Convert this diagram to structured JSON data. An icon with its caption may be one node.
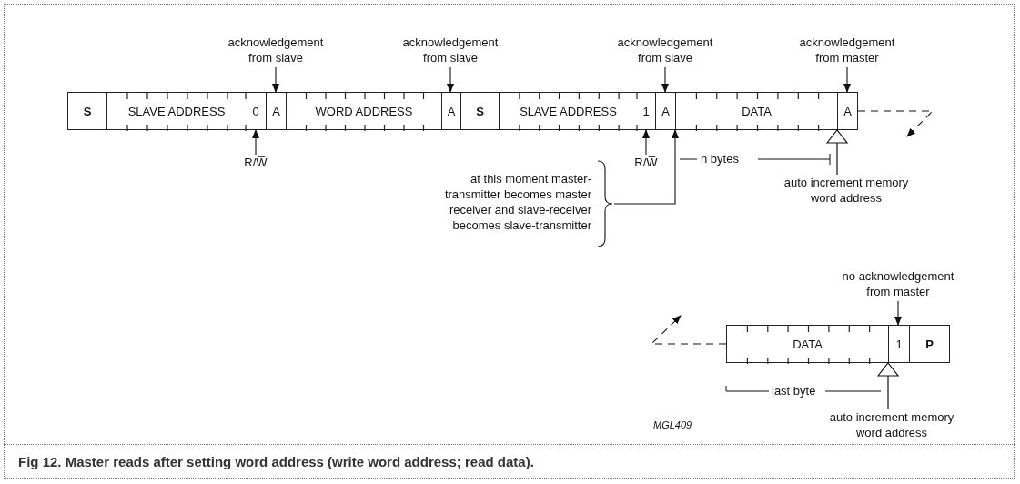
{
  "diagram": {
    "caption": "Fig 12. Master reads after setting word address (write word address; read data).",
    "nodes": [
      {
        "text": [
          "S"
        ]
      },
      {
        "text": [
          "SLAVE ADDRESS"
        ]
      },
      {
        "text": [
          "0"
        ]
      },
      {
        "text": [
          "A"
        ]
      },
      {
        "text": [
          "WORD ADDRESS"
        ]
      },
      {
        "text": [
          "A"
        ]
      },
      {
        "text": [
          "S"
        ]
      },
      {
        "text": [
          "SLAVE ADDRESS"
        ]
      },
      {
        "text": [
          "1"
        ]
      },
      {
        "text": [
          "A"
        ]
      },
      {
        "text": [
          "DATA"
        ]
      },
      {
        "text": [
          "A"
        ]
      },
      {
        "text": [
          "DATA"
        ]
      },
      {
        "text": [
          "1"
        ]
      },
      {
        "text": [
          "P"
        ]
      },
      {
        "text": [
          "acknowledgement from slave"
        ]
      },
      {
        "text": [
          "acknowledgement from slave"
        ]
      },
      {
        "text": [
          "acknowledgement from slave"
        ]
      },
      {
        "text": [
          "acknowledgement from master"
        ]
      },
      {
        "text": [
          "R/W̅"
        ]
      },
      {
        "text": [
          "R/W̅"
        ]
      },
      {
        "text": [
          "at this moment master-transmitter becomes master receiver and slave-receiver becomes slave-transmitter"
        ]
      },
      {
        "text": [
          "auto increment memory word address"
        ]
      },
      {
        "text": [
          "no acknowledgement from master"
        ]
      },
      {
        "text": [
          "auto increment memory word address"
        ]
      }
    ],
    "edges": [
      {
        "from": 15,
        "to": 3,
        "arrow": "to"
      },
      {
        "from": 16,
        "to": 5,
        "arrow": "to"
      },
      {
        "from": 17,
        "to": 9,
        "arrow": "to"
      },
      {
        "from": 18,
        "to": 11,
        "arrow": "to"
      },
      {
        "from": 19,
        "to": 2,
        "arrow": "to"
      },
      {
        "from": 20,
        "to": 8,
        "arrow": "to"
      },
      {
        "from": 21,
        "to": 10,
        "arrow": "to"
      },
      {
        "from": 22,
        "to": 10,
        "arrow": "to"
      },
      {
        "from": 11,
        "to": null,
        "arrow": "to",
        "style": "dashed"
      },
      {
        "from": 12,
        "to": null,
        "arrow": "to",
        "style": "dashed"
      },
      {
        "from": 23,
        "to": 13,
        "arrow": "to"
      },
      {
        "from": 24,
        "to": 12,
        "arrow": "to"
      }
    ],
    "labels": [
      "n bytes",
      "last byte",
      "MGL409"
    ]
  }
}
